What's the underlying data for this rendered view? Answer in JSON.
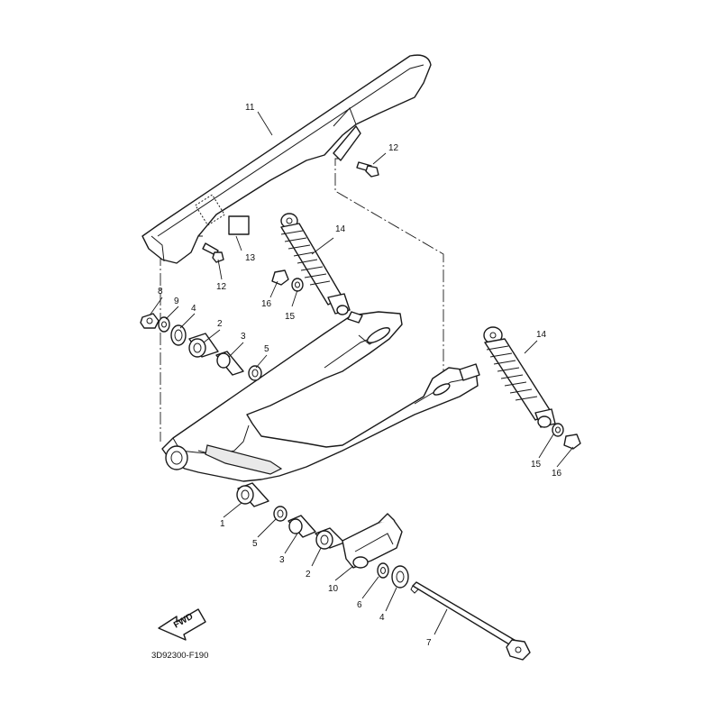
{
  "diagram": {
    "code": "3D92300-F190",
    "fwd_label": "FWD",
    "callouts": {
      "c1": "1",
      "c2a": "2",
      "c2b": "2",
      "c3a": "3",
      "c3b": "3",
      "c4a": "4",
      "c4b": "4",
      "c5a": "5",
      "c5b": "5",
      "c6": "6",
      "c7": "7",
      "c8": "8",
      "c9": "9",
      "c10": "10",
      "c11": "11",
      "c12a": "12",
      "c12b": "12",
      "c13": "13",
      "c14a": "14",
      "c14b": "14",
      "c15a": "15",
      "c15b": "15",
      "c16a": "16",
      "c16b": "16"
    }
  }
}
